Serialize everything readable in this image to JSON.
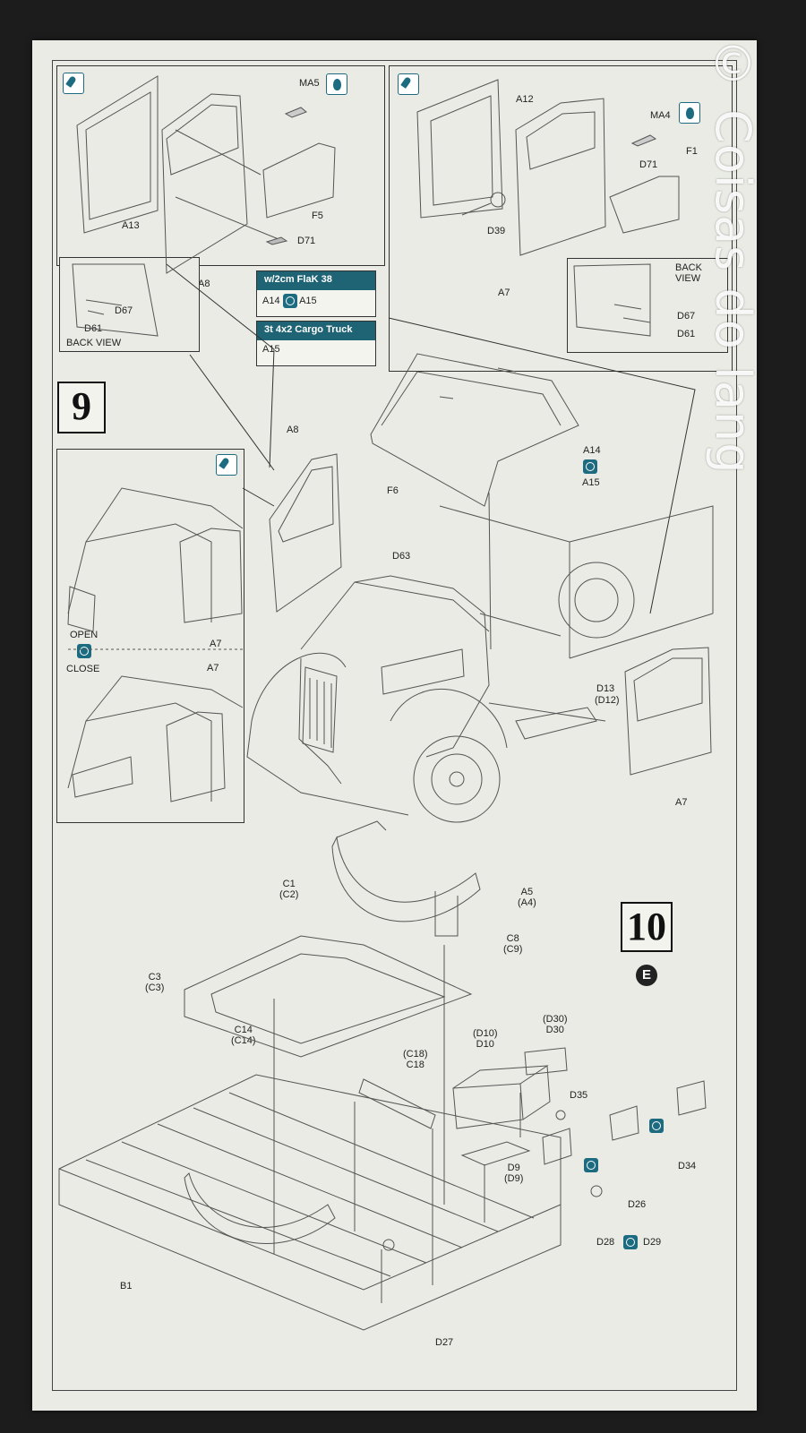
{
  "watermark": {
    "text": "© Coisas do lang"
  },
  "step9": {
    "number": "9",
    "left_panel": {
      "parts": [
        "MA5",
        "A13",
        "A8",
        "F5",
        "D71"
      ],
      "back_view": {
        "title": "BACK VIEW",
        "parts": [
          "D67",
          "D61"
        ]
      }
    },
    "right_panel": {
      "parts": [
        "A12",
        "MA4",
        "D71",
        "F1",
        "D39",
        "A7"
      ],
      "back_view": {
        "title": "BACK\nVIEW",
        "parts": [
          "D67",
          "D61"
        ]
      }
    },
    "variants": [
      {
        "title": "w/2cm FlaK 38",
        "body_left": "A14",
        "body_right": "A15"
      },
      {
        "title": "3t 4x2 Cargo Truck",
        "body": "A15"
      }
    ],
    "main_labels": [
      "A8",
      "F6",
      "A14",
      "A15",
      "D63",
      "D13",
      "(D12)",
      "A7"
    ],
    "inset": {
      "open_label": "OPEN",
      "close_label": "CLOSE",
      "parts": [
        "A7",
        "A7"
      ]
    }
  },
  "step10": {
    "number": "10",
    "badge": "E",
    "labels": [
      {
        "a": "C1",
        "b": "(C2)"
      },
      {
        "a": "A5",
        "b": "(A4)"
      },
      {
        "a": "C8",
        "b": "(C9)"
      },
      {
        "a": "C3",
        "b": "(C3)"
      },
      {
        "a": "C14",
        "b": "(C14)"
      },
      {
        "a": "(C18)",
        "b": "C18"
      },
      {
        "a": "(D10)",
        "b": "D10"
      },
      {
        "a": "(D30)",
        "b": "D30"
      },
      {
        "a": "D35"
      },
      {
        "a": "D9",
        "b": "(D9)"
      },
      {
        "a": "D26"
      },
      {
        "a": "D34"
      },
      {
        "a": "D28"
      },
      {
        "a": "D29"
      },
      {
        "a": "B1"
      },
      {
        "a": "D27"
      }
    ]
  }
}
